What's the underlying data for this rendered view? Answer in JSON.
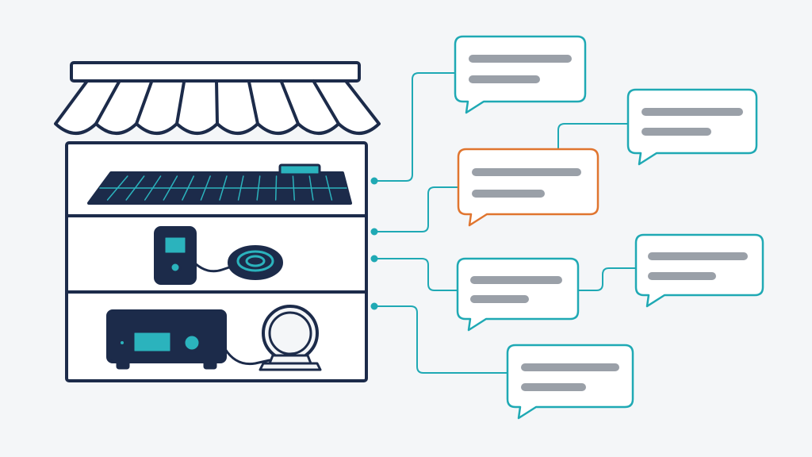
{
  "colors": {
    "background": "#f4f6f8",
    "outline": "#1c2b4a",
    "accent": "#1fa9b4",
    "highlight": "#e0752f",
    "panel": "#1c2b4a",
    "screen": "#2bb3bd",
    "placeholder_text": "#9aa0a8",
    "bubble_fill": "#ffffff"
  },
  "store": {
    "awning_segments": 8,
    "shelves": [
      {
        "name": "shelf-top",
        "items": [
          "solar-panel-icon"
        ]
      },
      {
        "name": "shelf-middle",
        "items": [
          "handheld-device-icon",
          "wireless-charger-icon"
        ]
      },
      {
        "name": "shelf-bottom",
        "items": [
          "amplifier-icon",
          "speaker-icon"
        ]
      }
    ]
  },
  "bubbles": [
    {
      "name": "bubble-1",
      "highlighted": false
    },
    {
      "name": "bubble-2",
      "highlighted": false
    },
    {
      "name": "bubble-3",
      "highlighted": true
    },
    {
      "name": "bubble-4",
      "highlighted": false
    },
    {
      "name": "bubble-5",
      "highlighted": false
    },
    {
      "name": "bubble-6",
      "highlighted": false
    }
  ]
}
